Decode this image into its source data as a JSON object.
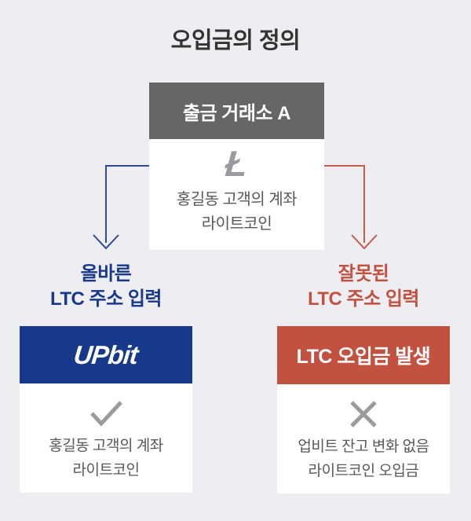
{
  "title": "오입금의 정의",
  "colors": {
    "background": "#ededf2",
    "title_color": "#333333",
    "gray_header": "#666666",
    "blue": "#16398c",
    "blue_arrow": "#2c4a96",
    "red": "#c2513f",
    "red_arrow": "#c85a4a",
    "body_text": "#58585a",
    "icon_gray": "#9a9aa0"
  },
  "source_box": {
    "header": "출금 거래소 A",
    "icon": "litecoin-icon",
    "icon_glyph": "Ł",
    "body_line1": "홍길동 고객의 계좌",
    "body_line2": "라이트코인"
  },
  "left_branch": {
    "label_line1": "올바른",
    "label_line2": "LTC 주소 입력",
    "card_header": "UPbit",
    "icon": "check-icon",
    "body_line1": "홍길동 고객의 계좌",
    "body_line2": "라이트코인"
  },
  "right_branch": {
    "label_line1": "잘못된",
    "label_line2": "LTC 주소 입력",
    "card_header": "LTC 오입금 발생",
    "icon": "x-icon",
    "body_line1": "업비트 잔고 변화 없음",
    "body_line2": "라이트코인 오입금"
  }
}
